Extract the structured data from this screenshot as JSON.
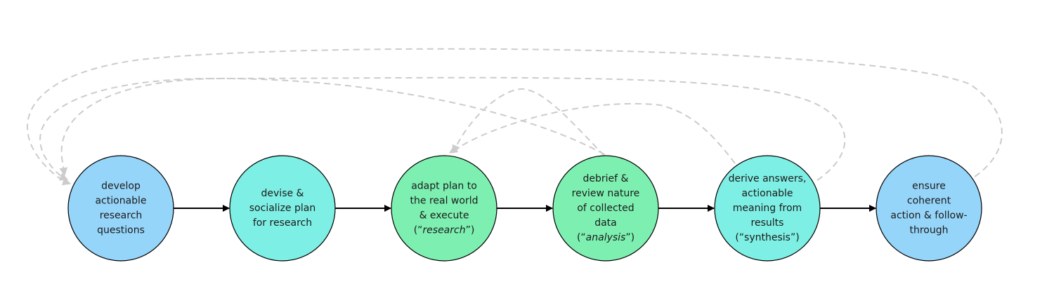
{
  "colors": {
    "blue": "#96d5fa",
    "teal": "#7eefe4",
    "green": "#7df0b1",
    "flow_arrow": "#000000",
    "feedback_arrow": "#cccccc"
  },
  "nodes": [
    {
      "id": "develop",
      "color": "blue",
      "lines": [
        [
          {
            "text": "develop"
          }
        ],
        [
          {
            "text": "actionable"
          }
        ],
        [
          {
            "text": "research"
          }
        ],
        [
          {
            "text": "questions"
          }
        ]
      ]
    },
    {
      "id": "devise",
      "color": "teal",
      "lines": [
        [
          {
            "text": "devise &"
          }
        ],
        [
          {
            "text": "socialize plan"
          }
        ],
        [
          {
            "text": "for research"
          }
        ]
      ]
    },
    {
      "id": "adapt",
      "color": "green",
      "lines": [
        [
          {
            "text": "adapt plan to"
          }
        ],
        [
          {
            "text": "the real world"
          }
        ],
        [
          {
            "text": "& execute"
          }
        ],
        [
          {
            "text": "(“"
          },
          {
            "text": "research",
            "italic": true
          },
          {
            "text": "”)"
          }
        ]
      ]
    },
    {
      "id": "debrief",
      "color": "green",
      "lines": [
        [
          {
            "text": "debrief &"
          }
        ],
        [
          {
            "text": "review nature"
          }
        ],
        [
          {
            "text": "of collected"
          }
        ],
        [
          {
            "text": "data"
          }
        ],
        [
          {
            "text": "(“"
          },
          {
            "text": "analysis",
            "italic": true
          },
          {
            "text": "”)"
          }
        ]
      ]
    },
    {
      "id": "derive",
      "color": "teal",
      "lines": [
        [
          {
            "text": "derive answers,"
          }
        ],
        [
          {
            "text": "actionable"
          }
        ],
        [
          {
            "text": "meaning from"
          }
        ],
        [
          {
            "text": "results"
          }
        ],
        [
          {
            "text": "(“synthesis”)"
          }
        ]
      ]
    },
    {
      "id": "ensure",
      "color": "blue",
      "lines": [
        [
          {
            "text": "ensure"
          }
        ],
        [
          {
            "text": "coherent"
          }
        ],
        [
          {
            "text": "action & follow-"
          }
        ],
        [
          {
            "text": "through"
          }
        ]
      ]
    }
  ],
  "flow_edges": [
    {
      "from": "develop",
      "to": "devise"
    },
    {
      "from": "devise",
      "to": "adapt"
    },
    {
      "from": "adapt",
      "to": "debrief"
    },
    {
      "from": "debrief",
      "to": "derive"
    },
    {
      "from": "derive",
      "to": "ensure"
    }
  ],
  "feedback_edges": [
    {
      "from": "ensure",
      "to": "develop"
    },
    {
      "from": "derive",
      "to": "develop"
    },
    {
      "from": "debrief",
      "to": "develop"
    },
    {
      "from": "debrief",
      "to": "adapt"
    },
    {
      "from": "derive",
      "to": "adapt"
    }
  ]
}
